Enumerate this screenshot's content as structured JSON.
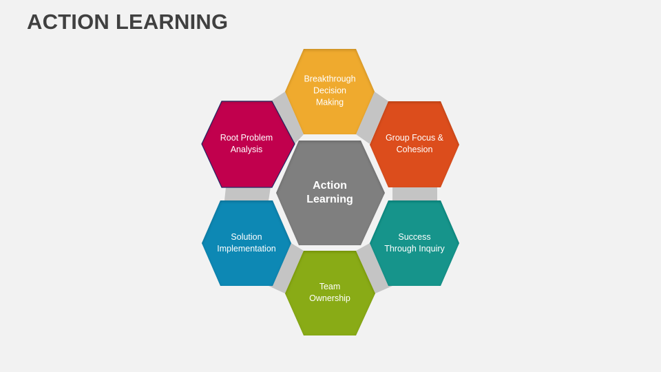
{
  "title": "ACTION LEARNING",
  "colors": {
    "background": "#f2f2f2",
    "connector": "#c4c4c4",
    "center": "#7f7f7f"
  },
  "center": {
    "label_line1": "Action",
    "label_line2": "Learning",
    "color": "#7f7f7f"
  },
  "segments": [
    {
      "id": "breakthrough",
      "line1": "Breakthrough",
      "line2": "Decision",
      "line3": "Making",
      "color": "#efaa2e"
    },
    {
      "id": "group-focus",
      "line1": "Group Focus &",
      "line2": "Cohesion",
      "color": "#dc4e1c"
    },
    {
      "id": "success",
      "line1": "Success",
      "line2": "Through Inquiry",
      "color": "#13948b"
    },
    {
      "id": "team",
      "line1": "Team",
      "line2": "Ownership",
      "color": "#89ab13"
    },
    {
      "id": "solution",
      "line1": "Solution",
      "line2": "Implementation",
      "color": "#0f88b4"
    },
    {
      "id": "root",
      "line1": "Root Problem",
      "line2": "Analysis",
      "color": "#c1004d"
    }
  ]
}
